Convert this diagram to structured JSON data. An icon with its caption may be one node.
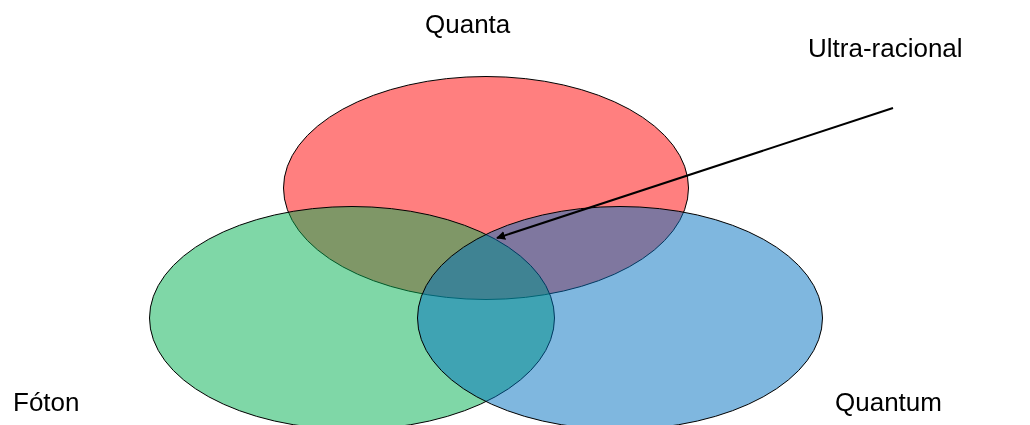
{
  "diagram": {
    "nodes": [
      {
        "text": [
          "Quanta"
        ]
      },
      {
        "text": [
          "Fóton"
        ]
      },
      {
        "text": [
          "Quantum"
        ]
      },
      {
        "text": [
          "Ultra-racional"
        ]
      }
    ],
    "edges": [
      {
        "from": 3,
        "to": 0,
        "arrow": "to"
      }
    ]
  }
}
